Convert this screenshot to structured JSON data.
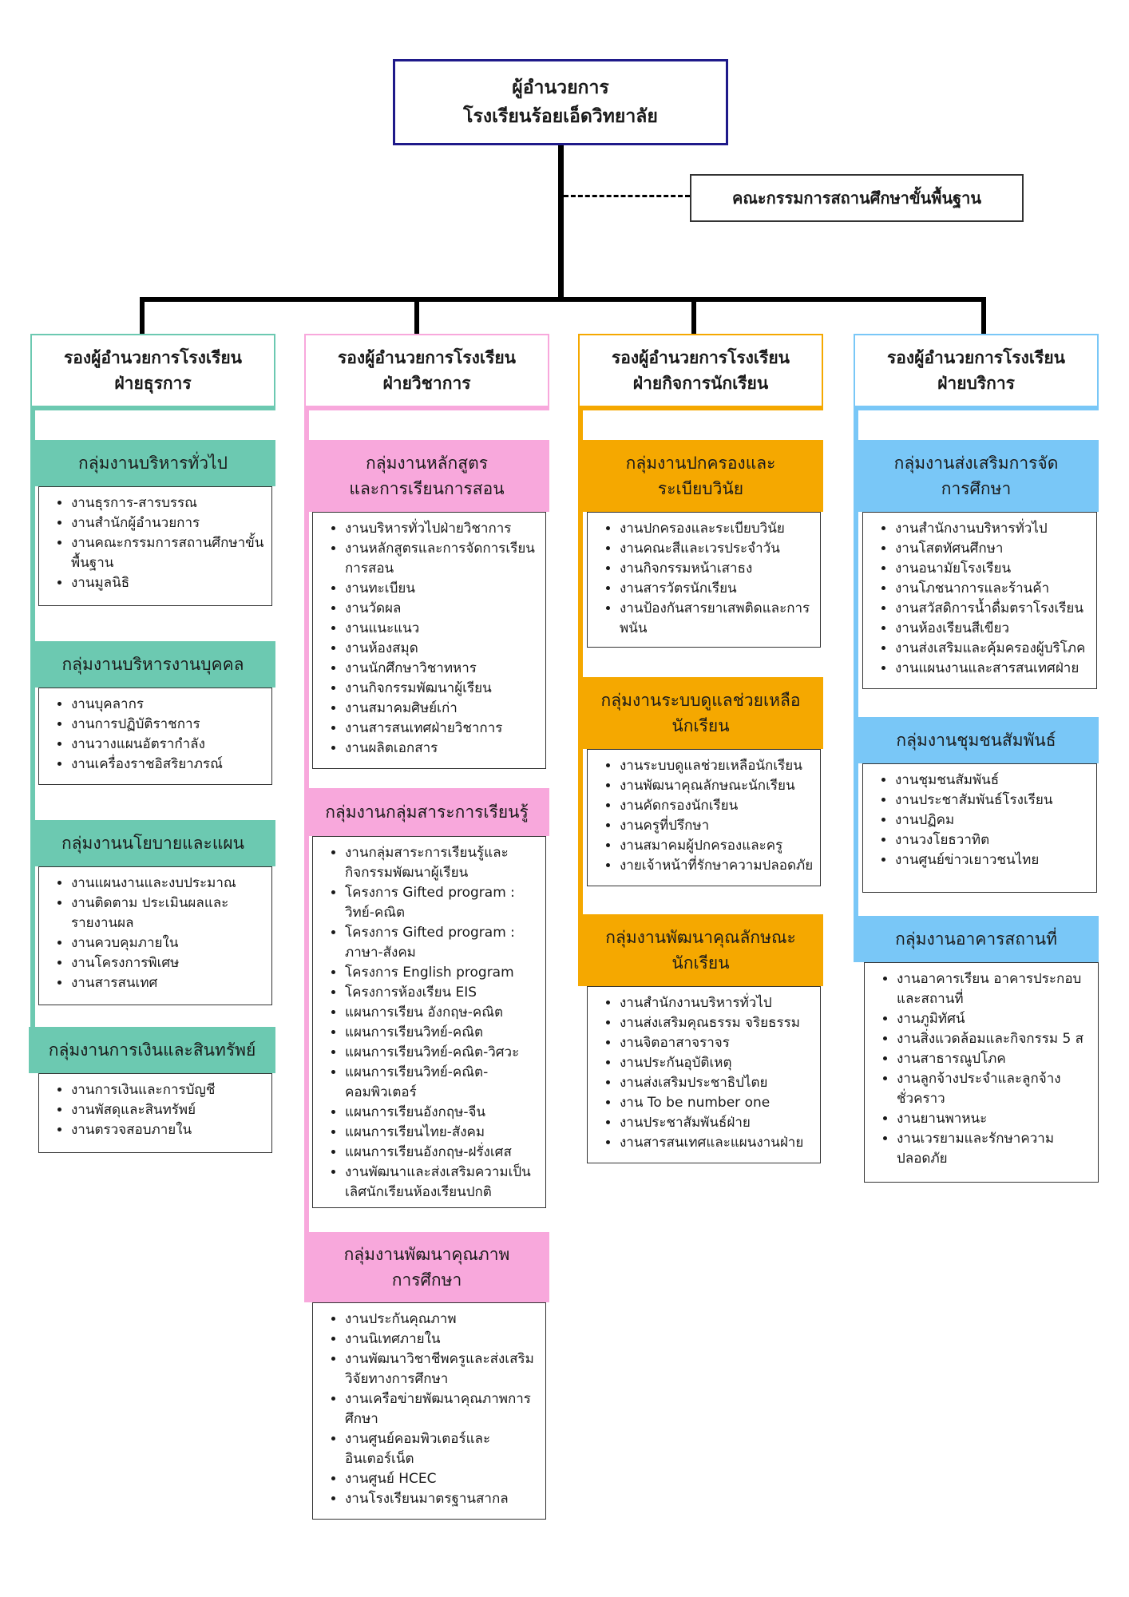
{
  "colors": {
    "navy": "#1f1a8a",
    "green": "#6cc9b1",
    "pink": "#f8a8dc",
    "orange": "#f5a800",
    "blue": "#79c7f7"
  },
  "director": {
    "line1": "ผู้อำนวยการ",
    "line2": "โรงเรียนร้อยเอ็ดวิทยาลัย"
  },
  "committee": "คณะกรรมการสถานศึกษาขั้นพื้นฐาน",
  "departments": [
    {
      "title1": "รองผู้อำนวยการโรงเรียน",
      "title2": "ฝ่ายธุรการ",
      "groups": [
        {
          "name": "กลุ่มงานบริหารทั่วไป",
          "items": [
            "งานธุรการ-สารบรรณ",
            "งานสำนักผู้อำนวยการ",
            "งานคณะกรรมการสถานศึกษาขั้นพื้นฐาน",
            "งานมูลนิธิ"
          ]
        },
        {
          "name": "กลุ่มงานบริหารงานบุคคล",
          "items": [
            "งานบุคลากร",
            "งานการปฏิบัติราชการ",
            "งานวางแผนอัตรากำลัง",
            "งานเครื่องราชอิสริยาภรณ์"
          ]
        },
        {
          "name": "กลุ่มงานนโยบายและแผน",
          "items": [
            "งานแผนงานและงบประมาณ",
            "งานติดตาม ประเมินผลและรายงานผล",
            "งานควบคุมภายใน",
            "งานโครงการพิเศษ",
            "งานสารสนเทศ"
          ]
        },
        {
          "name": "กลุ่มงานการเงินและสินทรัพย์",
          "items": [
            "งานการเงินและการบัญชี",
            "งานพัสดุและสินทรัพย์",
            "งานตรวจสอบภายใน"
          ]
        }
      ]
    },
    {
      "title1": "รองผู้อำนวยการโรงเรียน",
      "title2": "ฝ่ายวิชาการ",
      "groups": [
        {
          "name1": "กลุ่มงานหลักสูตร",
          "name2": "และการเรียนการสอน",
          "items": [
            "งานบริหารทั่วไปฝ่ายวิชาการ",
            "งานหลักสูตรและการจัดการเรียนการสอน",
            "งานทะเบียน",
            "งานวัดผล",
            "งานแนะแนว",
            "งานห้องสมุด",
            "งานนักศึกษาวิชาทหาร",
            "งานกิจกรรมพัฒนาผู้เรียน",
            "งานสมาคมศิษย์เก่า",
            "งานสารสนเทศฝ่ายวิชาการ",
            "งานผลิตเอกสาร"
          ]
        },
        {
          "name": "กลุ่มงานกลุ่มสาระการเรียนรู้",
          "items": [
            "งานกลุ่มสาระการเรียนรู้และกิจกรรมพัฒนาผู้เรียน",
            "โครงการ Gifted program : วิทย์-คณิต",
            "โครงการ Gifted program : ภาษา-สังคม",
            "โครงการ English program",
            "โครงการห้องเรียน EIS",
            "แผนการเรียน อังกฤษ-คณิต",
            "แผนการเรียนวิทย์-คณิต",
            "แผนการเรียนวิทย์-คณิต-วิศวะ",
            "แผนการเรียนวิทย์-คณิต-คอมพิวเตอร์",
            "แผนการเรียนอังกฤษ-จีน",
            "แผนการเรียนไทย-สังคม",
            "แผนการเรียนอังกฤษ-ฝรั่งเศส",
            "งานพัฒนาและส่งเสริมความเป็นเลิศนักเรียนห้องเรียนปกติ"
          ]
        },
        {
          "name1": "กลุ่มงานพัฒนาคุณภาพ",
          "name2": "การศึกษา",
          "items": [
            "งานประกันคุณภาพ",
            "งานนิเทศภายใน",
            "งานพัฒนาวิชาชีพครูและส่งเสริมวิจัยทางการศึกษา",
            "งานเครือข่ายพัฒนาคุณภาพการศึกษา",
            "งานศูนย์คอมพิวเตอร์และอินเตอร์เน็ต",
            "งานศูนย์ HCEC",
            "งานโรงเรียนมาตรฐานสากล"
          ]
        }
      ]
    },
    {
      "title1": "รองผู้อำนวยการโรงเรียน",
      "title2": "ฝ่ายกิจการนักเรียน",
      "groups": [
        {
          "name1": "กลุ่มงานปกครองและ",
          "name2": "ระเบียบวินัย",
          "items": [
            "งานปกครองและระเบียบวินัย",
            "งานคณะสีและเวรประจำวัน",
            "งานกิจกรรมหน้าเสาธง",
            "งานสารวัตรนักเรียน",
            "งานป้องกันสารยาเสพติดและการพนัน"
          ]
        },
        {
          "name1": "กลุ่มงานระบบดูแลช่วยเหลือ",
          "name2": "นักเรียน",
          "items": [
            "งานระบบดูแลช่วยเหลือนักเรียน",
            "งานพัฒนาคุณลักษณะนักเรียน",
            "งานคัดกรองนักเรียน",
            "งานครูที่ปรึกษา",
            "งานสมาคมผู้ปกครองและครู",
            "งายเจ้าหน้าที่รักษาความปลอดภัย"
          ]
        },
        {
          "name1": "กลุ่มงานพัฒนาคุณลักษณะ",
          "name2": "นักเรียน",
          "items": [
            "งานสำนักงานบริหารทั่วไป",
            "งานส่งเสริมคุณธรรม จริยธรรม",
            "งานจิตอาสาจราจร",
            "งานประกันอุบัติเหตุ",
            "งานส่งเสริมประชาธิปไตย",
            "งาน To be number one",
            "งานประชาสัมพันธ์ฝ่าย",
            "งานสารสนเทศและแผนงานฝ่าย"
          ]
        }
      ]
    },
    {
      "title1": "รองผู้อำนวยการโรงเรียน",
      "title2": "ฝ่ายบริการ",
      "groups": [
        {
          "name1": "กลุ่มงานส่งเสริมการจัด",
          "name2": "การศึกษา",
          "items": [
            "งานสำนักงานบริหารทั่วไป",
            "งานโสตทัศนศึกษา",
            "งานอนามัยโรงเรียน",
            "งานโภชนาการและร้านค้า",
            "งานสวัสดิการน้ำดื่มตราโรงเรียน",
            "งานห้องเรียนสีเขียว",
            "งานส่งเสริมและคุ้มครองผู้บริโภค",
            "งานแผนงานและสารสนเทศฝ่าย"
          ]
        },
        {
          "name": "กลุ่มงานชุมชนสัมพันธ์",
          "items": [
            "งานชุมชนสัมพันธ์",
            "งานประชาสัมพันธ์โรงเรียน",
            "งานปฏิคม",
            "งานวงโยธวาทิต",
            "งานศูนย์ข่าวเยาวชนไทย"
          ]
        },
        {
          "name": "กลุ่มงานอาคารสถานที่",
          "items": [
            "งานอาคารเรียน อาคารประกอบและสถานที่",
            "งานภูมิทัศน์",
            "งานสิ่งแวดล้อมและกิจกรรม 5 ส",
            "งานสาธารณูปโภค",
            "งานลูกจ้างประจำและลูกจ้างชั่วคราว",
            "งานยานพาหนะ",
            "งานเวรยามและรักษาความปลอดภัย"
          ]
        }
      ]
    }
  ]
}
